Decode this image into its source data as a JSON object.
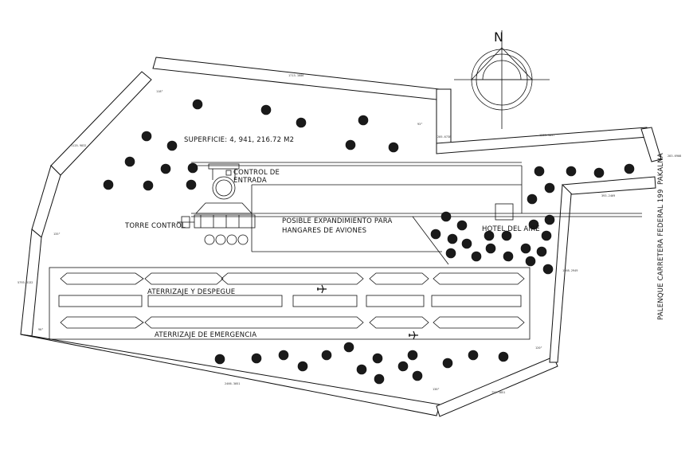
{
  "labels": {
    "superficie": "SUPERFICIE: 4, 941, 216.72 M2",
    "control_entrada_1": "CONTROL DE",
    "control_entrada_2": "ENTRADA",
    "torre_control": "TORRE CONTROL",
    "expansion_1": "POSIBLE EXPANDIMIENTO PARA",
    "expansion_2": "HANGARES DE AVIONES",
    "hotel": "HOTEL DEL AIRE",
    "runway_main": "ATERRIZAJE Y DESPEGUE",
    "runway_emergency": "ATERRIZAJE DE EMERGENCIA",
    "pakalna": "PAKALNA",
    "carretera": "PALENQUE   CARRETERA FEDERAL 199",
    "north": "N"
  },
  "dimensions": {
    "top_wall": "1713.1686",
    "top_corner": "205.6738",
    "right_road_top": "1363.9897",
    "road_end": "283.6908",
    "road_mid": "393.2469",
    "right_wall": "1568.2949",
    "left_wall_upper": "1125.9832",
    "left_wall_lower": "5793.3132",
    "bottom_wall": "2466.3051",
    "bottom_right": "752.3851",
    "angle_top_left": "118°",
    "angle_top_right": "93°",
    "angle_left": "135°",
    "angle_bottom_left": "90°",
    "angle_bottom": "136°",
    "angle_right": "120°"
  }
}
